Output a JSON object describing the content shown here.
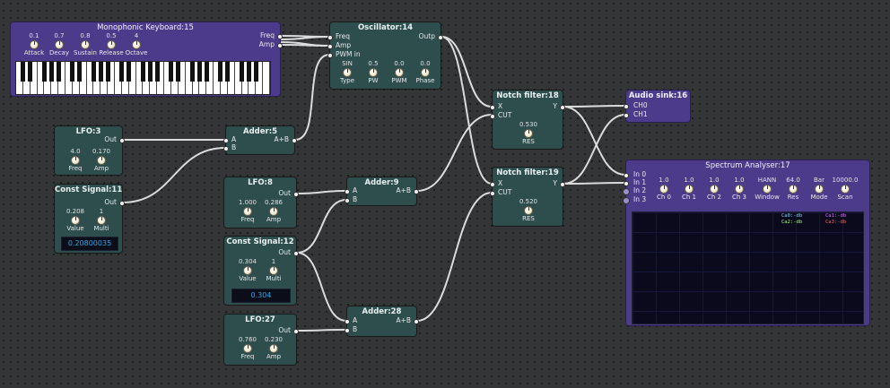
{
  "colors": {
    "canvas": "#333537",
    "node_teal": "#2e4e4e",
    "node_purple": "#4c3b8a",
    "wire": "#dcdcdc",
    "display_text": "#36a6e8"
  },
  "nodes": {
    "keyboard": {
      "title": "Monophonic Keyboard:15",
      "outputs": [
        "Freq",
        "Amp"
      ],
      "knobs": [
        {
          "value": "0.1",
          "label": "Attack"
        },
        {
          "value": "0.7",
          "label": "Decay"
        },
        {
          "value": "0.8",
          "label": "Sustain"
        },
        {
          "value": "0.5",
          "label": "Release"
        },
        {
          "value": "4",
          "label": "Octave"
        }
      ]
    },
    "oscillator": {
      "title": "Oscillator:14",
      "inputs": [
        "Freq",
        "Amp",
        "PWM in"
      ],
      "output": "Outp",
      "knobs": [
        {
          "value": "SIN",
          "label": "Type"
        },
        {
          "value": "0.5",
          "label": "PW"
        },
        {
          "value": "0.0",
          "label": "PWM"
        },
        {
          "value": "0.0",
          "label": "Phase"
        }
      ]
    },
    "lfo3": {
      "title": "LFO:3",
      "output": "Out",
      "knobs": [
        {
          "value": "4.0",
          "label": "Freq"
        },
        {
          "value": "0.170",
          "label": "Amp"
        }
      ]
    },
    "const11": {
      "title": "Const Signal:11",
      "output": "Out",
      "knobs": [
        {
          "value": "0.208",
          "label": "Value"
        },
        {
          "value": "1",
          "label": "Multi"
        }
      ],
      "display": "0.20800035"
    },
    "adder5": {
      "title": "Adder:5",
      "inputs": [
        "A",
        "B"
      ],
      "output": "A+B"
    },
    "lfo8": {
      "title": "LFO:8",
      "output": "Out",
      "knobs": [
        {
          "value": "1.000",
          "label": "Freq"
        },
        {
          "value": "0.286",
          "label": "Amp"
        }
      ]
    },
    "adder9": {
      "title": "Adder:9",
      "inputs": [
        "A",
        "B"
      ],
      "output": "A+B"
    },
    "const12": {
      "title": "Const Signal:12",
      "output": "Out",
      "knobs": [
        {
          "value": "0.304",
          "label": "Value"
        },
        {
          "value": "1",
          "label": "Multi"
        }
      ],
      "display": "0.304"
    },
    "lfo27": {
      "title": "LFO:27",
      "output": "Out",
      "knobs": [
        {
          "value": "0.760",
          "label": "Freq"
        },
        {
          "value": "0.230",
          "label": "Amp"
        }
      ]
    },
    "adder28": {
      "title": "Adder:28",
      "inputs": [
        "A",
        "B"
      ],
      "output": "A+B"
    },
    "notch18": {
      "title": "Notch filter:18",
      "inputs": [
        "X",
        "CUT"
      ],
      "output": "Y",
      "knobs": [
        {
          "value": "0.530",
          "label": "RES"
        }
      ]
    },
    "notch19": {
      "title": "Notch filter:19",
      "inputs": [
        "X",
        "CUT"
      ],
      "output": "Y",
      "knobs": [
        {
          "value": "0.520",
          "label": "RES"
        }
      ]
    },
    "sink": {
      "title": "Audio sink:16",
      "inputs": [
        "CH0",
        "CH1"
      ]
    },
    "spectrum": {
      "title": "Spectrum Analyser:17",
      "inputs": [
        "In 0",
        "In 1",
        "In 2",
        "In 3"
      ],
      "knobs": [
        {
          "value": "1.0",
          "label": "Ch 0"
        },
        {
          "value": "1.0",
          "label": "Ch 1"
        },
        {
          "value": "1.0",
          "label": "Ch 2"
        },
        {
          "value": "1.0",
          "label": "Ch 3"
        },
        {
          "value": "HANN",
          "label": "Window"
        },
        {
          "value": "64.0",
          "label": "Res"
        },
        {
          "value": "Bar",
          "label": "Mode"
        },
        {
          "value": "10000.0",
          "label": "Scan"
        }
      ],
      "legend": [
        {
          "text": "Ca0:-db",
          "color": "#7fd7ff"
        },
        {
          "text": "Ca1:-db",
          "color": "#e070ff"
        },
        {
          "text": "Ca2:-db",
          "color": "#a0ff70"
        },
        {
          "text": "Ca3:-db",
          "color": "#ff6070"
        }
      ]
    }
  }
}
